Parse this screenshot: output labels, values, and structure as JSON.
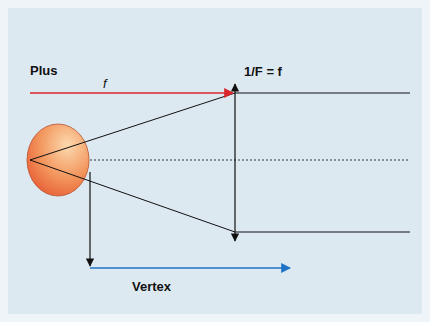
{
  "diagram": {
    "labels": [
      "Plus",
      "f",
      "1/F = f",
      "Vertex"
    ]
  }
}
